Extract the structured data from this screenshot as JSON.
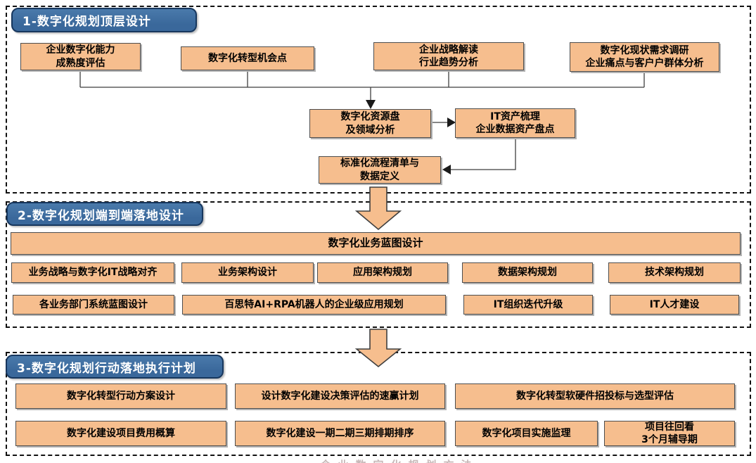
{
  "colors": {
    "box_fill": "#f6be8e",
    "box_border": "#4d4d4d",
    "badge_fill": "#3a689b",
    "badge_border": "#17375e",
    "badge_text": "#ffffff",
    "frame_dash": "#111111",
    "connector": "#3f3f3f",
    "text": "#000000"
  },
  "sections": [
    {
      "badge": "1-数字化规划顶层设计",
      "boxes": {
        "capability": "企业数字化能力\n成熟度评估",
        "opportunity": "数字化转型机会点",
        "strategy": "企业战略解读\n行业趋势分析",
        "survey": "数字化现状需求调研\n企业痛点与客户户群体分析",
        "resource": "数字化资源盘\n及领域分析",
        "it_asset": "IT资产梳理\n企业数据资产盘点",
        "process": "标准化流程清单与\n数据定义"
      }
    },
    {
      "badge": "2-数字化规划端到端落地设计",
      "banner": "数字化业务蓝图设计",
      "row1": [
        "业务战略与数字化IT战略对齐",
        "业务架构设计",
        "应用架构规划",
        "数据架构规划",
        "技术架构规划"
      ],
      "row2": [
        "各业务部门系统蓝图设计",
        "百思特AI+RPA机器人的企业级应用规划",
        "IT组织迭代升级",
        "IT人才建设"
      ]
    },
    {
      "badge": "3-数字化规划行动落地执行计划",
      "row1": [
        "数字化转型行动方案设计",
        "设计数字化建设决策评估的速赢计划",
        "数字化转型软硬件招投标与选型评估"
      ],
      "row2": [
        "数字化建设项目费用概算",
        "数字化建设一期二期三期排期排序",
        "数字化项目实施监理",
        "项目往回看\n3个月辅导期"
      ]
    }
  ],
  "watermark_fragment": "企业数字化规划方法"
}
